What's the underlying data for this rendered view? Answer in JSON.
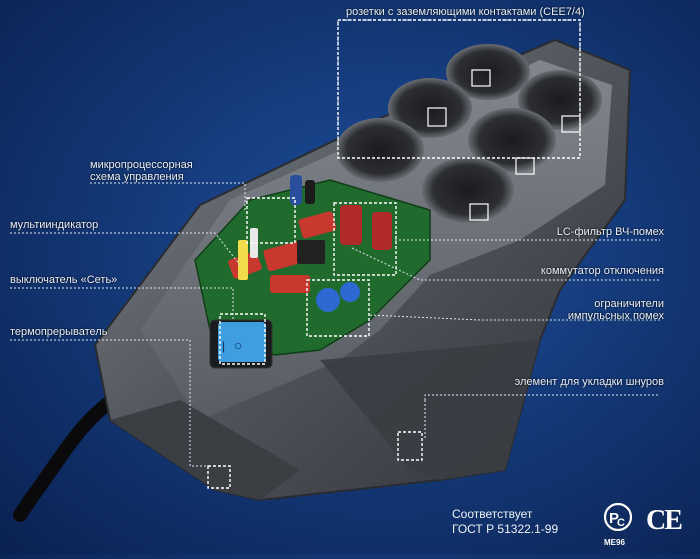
{
  "labels": {
    "sockets": "розетки с заземляющими контактами (CEE7/4)",
    "microprocessor_line1": "микропроцессорная",
    "microprocessor_line2": "схема управления",
    "multiindicator": "мультииндикатор",
    "power_switch": "выключатель «Сеть»",
    "thermal_breaker": "термопрерыватель",
    "lc_filter": "LC-фильтр ВЧ-помех",
    "disconnect_switch": "коммутатор отключения",
    "limiters_line1": "ограничители",
    "limiters_line2": "импульсных помех",
    "cord_storage": "элемент для укладки шнуров"
  },
  "footer": {
    "compliance_line1": "Соответствует",
    "compliance_line2": "ГОСТ Р 51322.1-99",
    "cert_mark": "МЕ96",
    "ce_mark": "CE"
  },
  "colors": {
    "background": "#143a7a",
    "device_body": "#55585e",
    "pcb": "#1f6a2c",
    "callout_line": "#dfe6f2",
    "switch": "#3f9ee0"
  }
}
